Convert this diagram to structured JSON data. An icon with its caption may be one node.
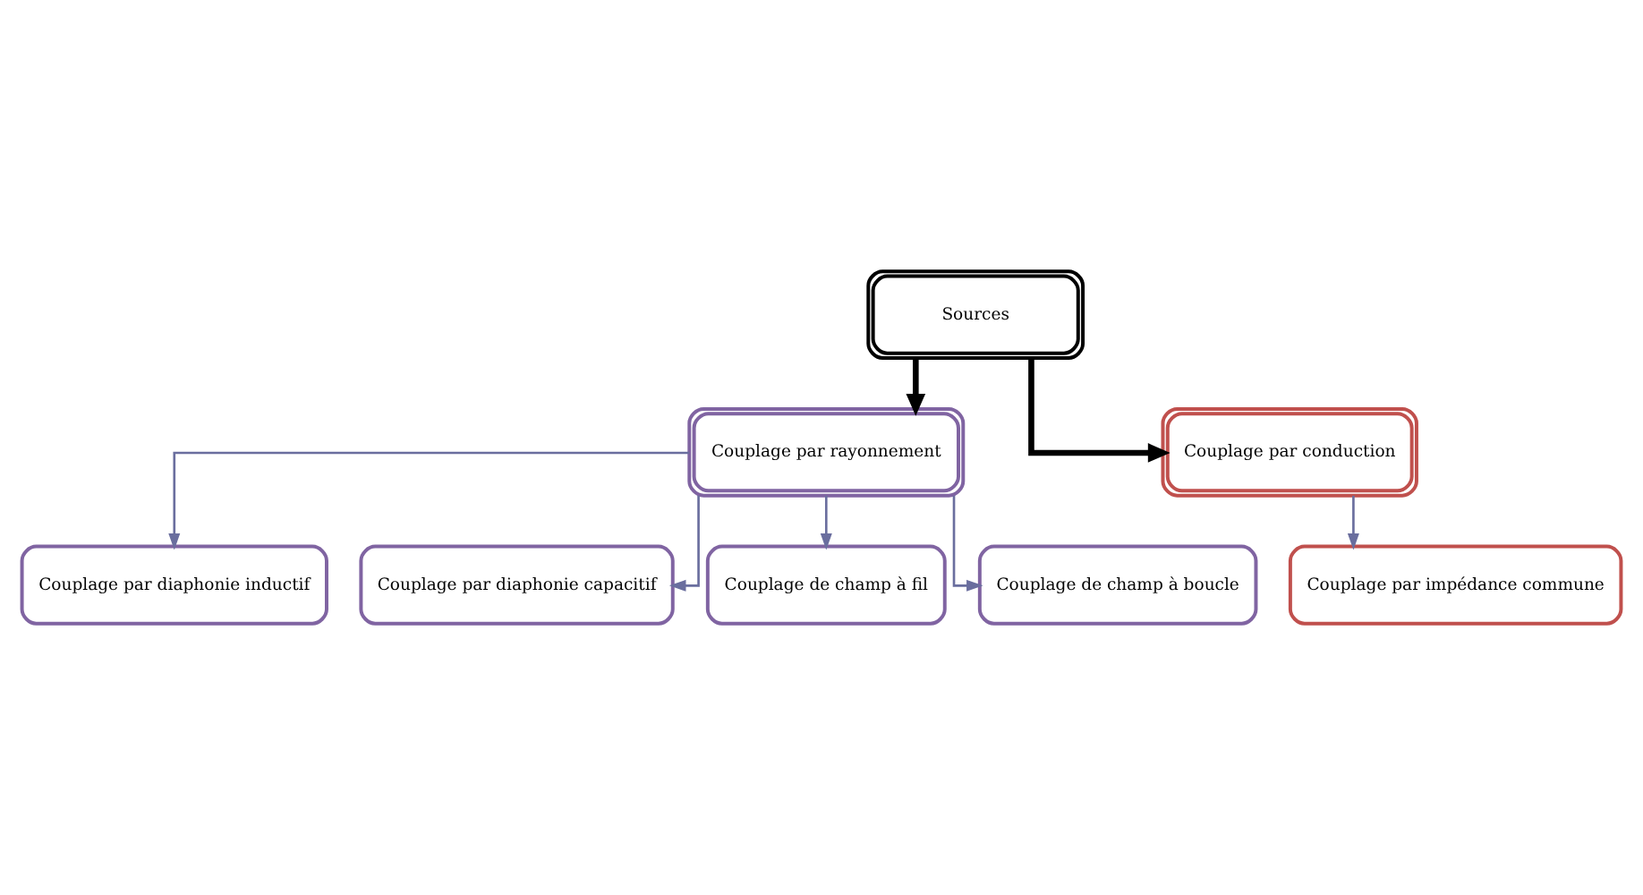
{
  "diagram": {
    "nodes": [
      {
        "text": [
          "Sources"
        ]
      },
      {
        "text": [
          "Couplage par rayonnement"
        ]
      },
      {
        "text": [
          "Couplage par conduction"
        ]
      },
      {
        "text": [
          "Couplage par diaphonie inductif"
        ]
      },
      {
        "text": [
          "Couplage par diaphonie capacitif"
        ]
      },
      {
        "text": [
          "Couplage de champ à fil"
        ]
      },
      {
        "text": [
          "Couplage de champ à boucle"
        ]
      },
      {
        "text": [
          "Couplage par impédance commune"
        ]
      }
    ],
    "edges": [
      {
        "from": 0,
        "to": 1,
        "arrow": "to",
        "style": "thick",
        "color": "#000000"
      },
      {
        "from": 0,
        "to": 2,
        "arrow": "to",
        "style": "thick",
        "color": "#000000"
      },
      {
        "from": 1,
        "to": 3,
        "arrow": "to"
      },
      {
        "from": 1,
        "to": 4,
        "arrow": "to"
      },
      {
        "from": 1,
        "to": 5,
        "arrow": "to"
      },
      {
        "from": 1,
        "to": 6,
        "arrow": "to"
      },
      {
        "from": 2,
        "to": 7,
        "arrow": "to"
      }
    ]
  }
}
